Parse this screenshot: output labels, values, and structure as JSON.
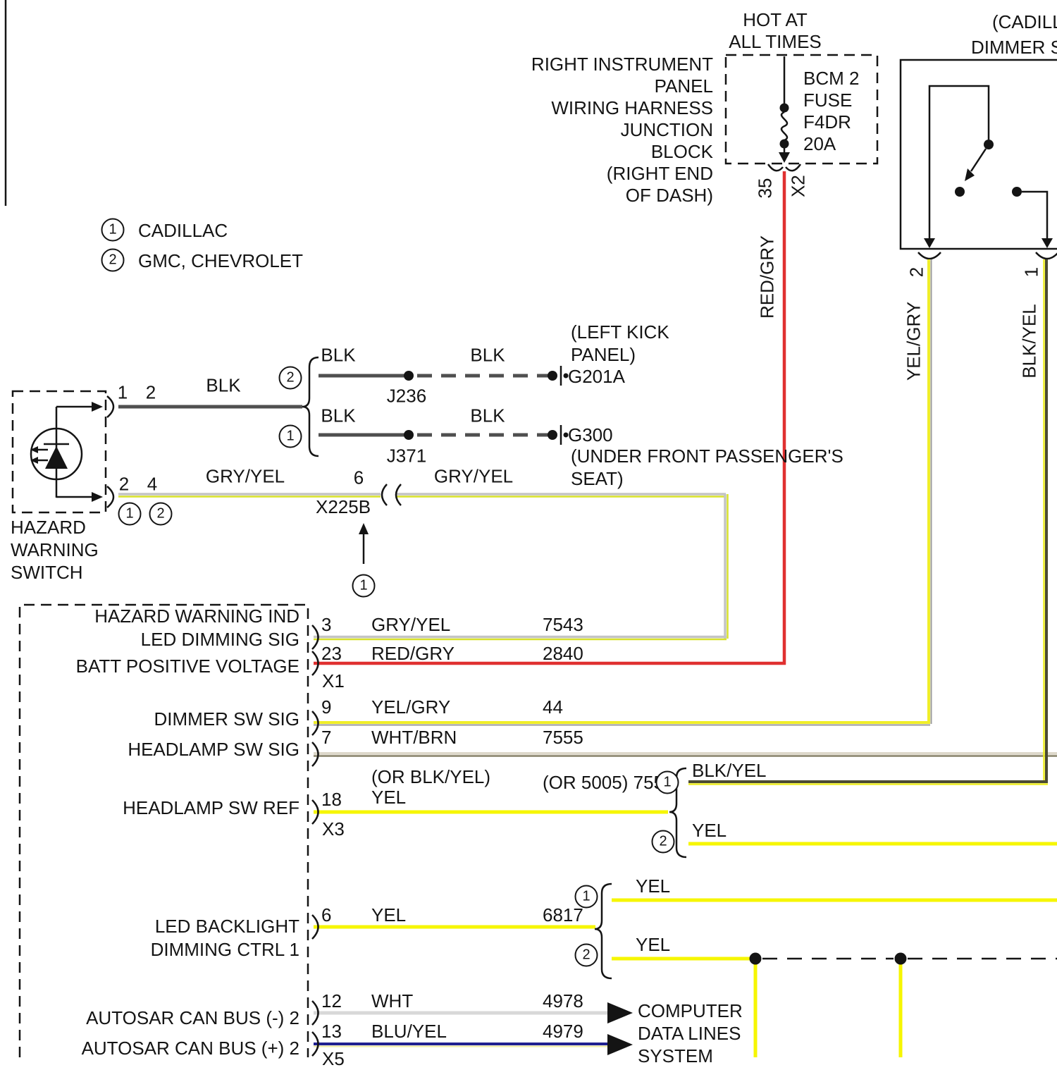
{
  "power": {
    "hot_label": "HOT AT\nALL TIMES",
    "junction_block": "RIGHT INSTRUMENT\nPANEL\nWIRING HARNESS\nJUNCTION\nBLOCK\n(RIGHT END\nOF DASH)",
    "fuse_label": "BCM 2\nFUSE\nF4DR\n20A",
    "pin": "35",
    "connector": "X2",
    "wire": "RED/GRY"
  },
  "legend": {
    "item1": {
      "num": "1",
      "label": "CADILLAC"
    },
    "item2": {
      "num": "2",
      "label": "GMC, CHEVROLET"
    }
  },
  "dimmer": {
    "title_line1": "(CADILL",
    "title_line2": "DIMMER S",
    "pin2": "2",
    "pin1": "1",
    "wire2": "YEL/GRY",
    "wire1": "BLK/YEL"
  },
  "hazard": {
    "name": "HAZARD\nWARNING\nSWITCH",
    "top_pin_a": "1",
    "top_pin_b": "2",
    "top_wire": "BLK",
    "bottom_pin_a": "2",
    "bottom_pin_b": "4",
    "bottom_wire": "GRY/YEL",
    "note1": "1",
    "note2": "2"
  },
  "grounds": {
    "branch2": {
      "num": "2",
      "left_wire": "BLK",
      "right_wire": "BLK",
      "splice": "J236",
      "ground": "G201A",
      "location": "(LEFT KICK\nPANEL)"
    },
    "branch1": {
      "num": "1",
      "left_wire": "BLK",
      "right_wire": "BLK",
      "splice": "J371",
      "ground": "G300",
      "location": "(UNDER FRONT PASSENGER'S\nSEAT)"
    }
  },
  "inline": {
    "pin": "6",
    "connector": "X225B",
    "wire": "GRY/YEL",
    "note": "1"
  },
  "module": {
    "rows": [
      {
        "label": "HAZARD WARNING IND\nLED DIMMING SIG",
        "pin": "3",
        "wire": "GRY/YEL",
        "circuit": "7543"
      },
      {
        "label": "BATT POSITIVE VOLTAGE",
        "pin": "23",
        "wire": "RED/GRY",
        "circuit": "2840",
        "conn": "X1"
      },
      {
        "label": "DIMMER SW SIG",
        "pin": "9",
        "wire": "YEL/GRY",
        "circuit": "44"
      },
      {
        "label": "HEADLAMP SW SIG",
        "pin": "7",
        "wire": "WHT/BRN",
        "circuit": "7555"
      },
      {
        "label": "HEADLAMP SW REF",
        "pin": "18",
        "wire_alt": "(OR BLK/YEL)",
        "wire": "YEL",
        "circuit": "(OR 5005) 7556",
        "conn": "X3"
      },
      {
        "label": "LED BACKLIGHT\nDIMMING CTRL 1",
        "pin": "6",
        "wire": "YEL",
        "circuit": "6817"
      },
      {
        "label": "AUTOSAR CAN BUS (-) 2",
        "pin": "12",
        "wire": "WHT",
        "circuit": "4978"
      },
      {
        "label": "AUTOSAR CAN BUS (+) 2",
        "pin": "13",
        "wire": "BLU/YEL",
        "circuit": "4979",
        "conn": "X5"
      }
    ]
  },
  "branches": {
    "headlamp_ref": {
      "num1": "1",
      "wire1": "BLK/YEL",
      "num2": "2",
      "wire2": "YEL"
    },
    "backlight": {
      "num1": "1",
      "wire1": "YEL",
      "num2": "2",
      "wire2": "YEL"
    }
  },
  "computer": {
    "label": "COMPUTER\nDATA LINES\nSYSTEM"
  },
  "colors": {
    "red_gry": "#e03030",
    "yel": "#f6f600",
    "yel_gry_main": "#f0ee28",
    "gry": "#9a9a9a",
    "gry_yel_main": "#c4c4c4",
    "gry_yel_edge": "#d8e22c",
    "wht_brn_main": "#ddd8ca",
    "wht_brn_edge": "#6e6749",
    "blk_yel_main": "#4b4b32",
    "blk_yel_edge": "#eeee20",
    "blu_yel_main": "#202090",
    "blu_yel_edge": "#eee8a0",
    "wht": "#d8d8d8",
    "blk": "#4f4f4f"
  }
}
